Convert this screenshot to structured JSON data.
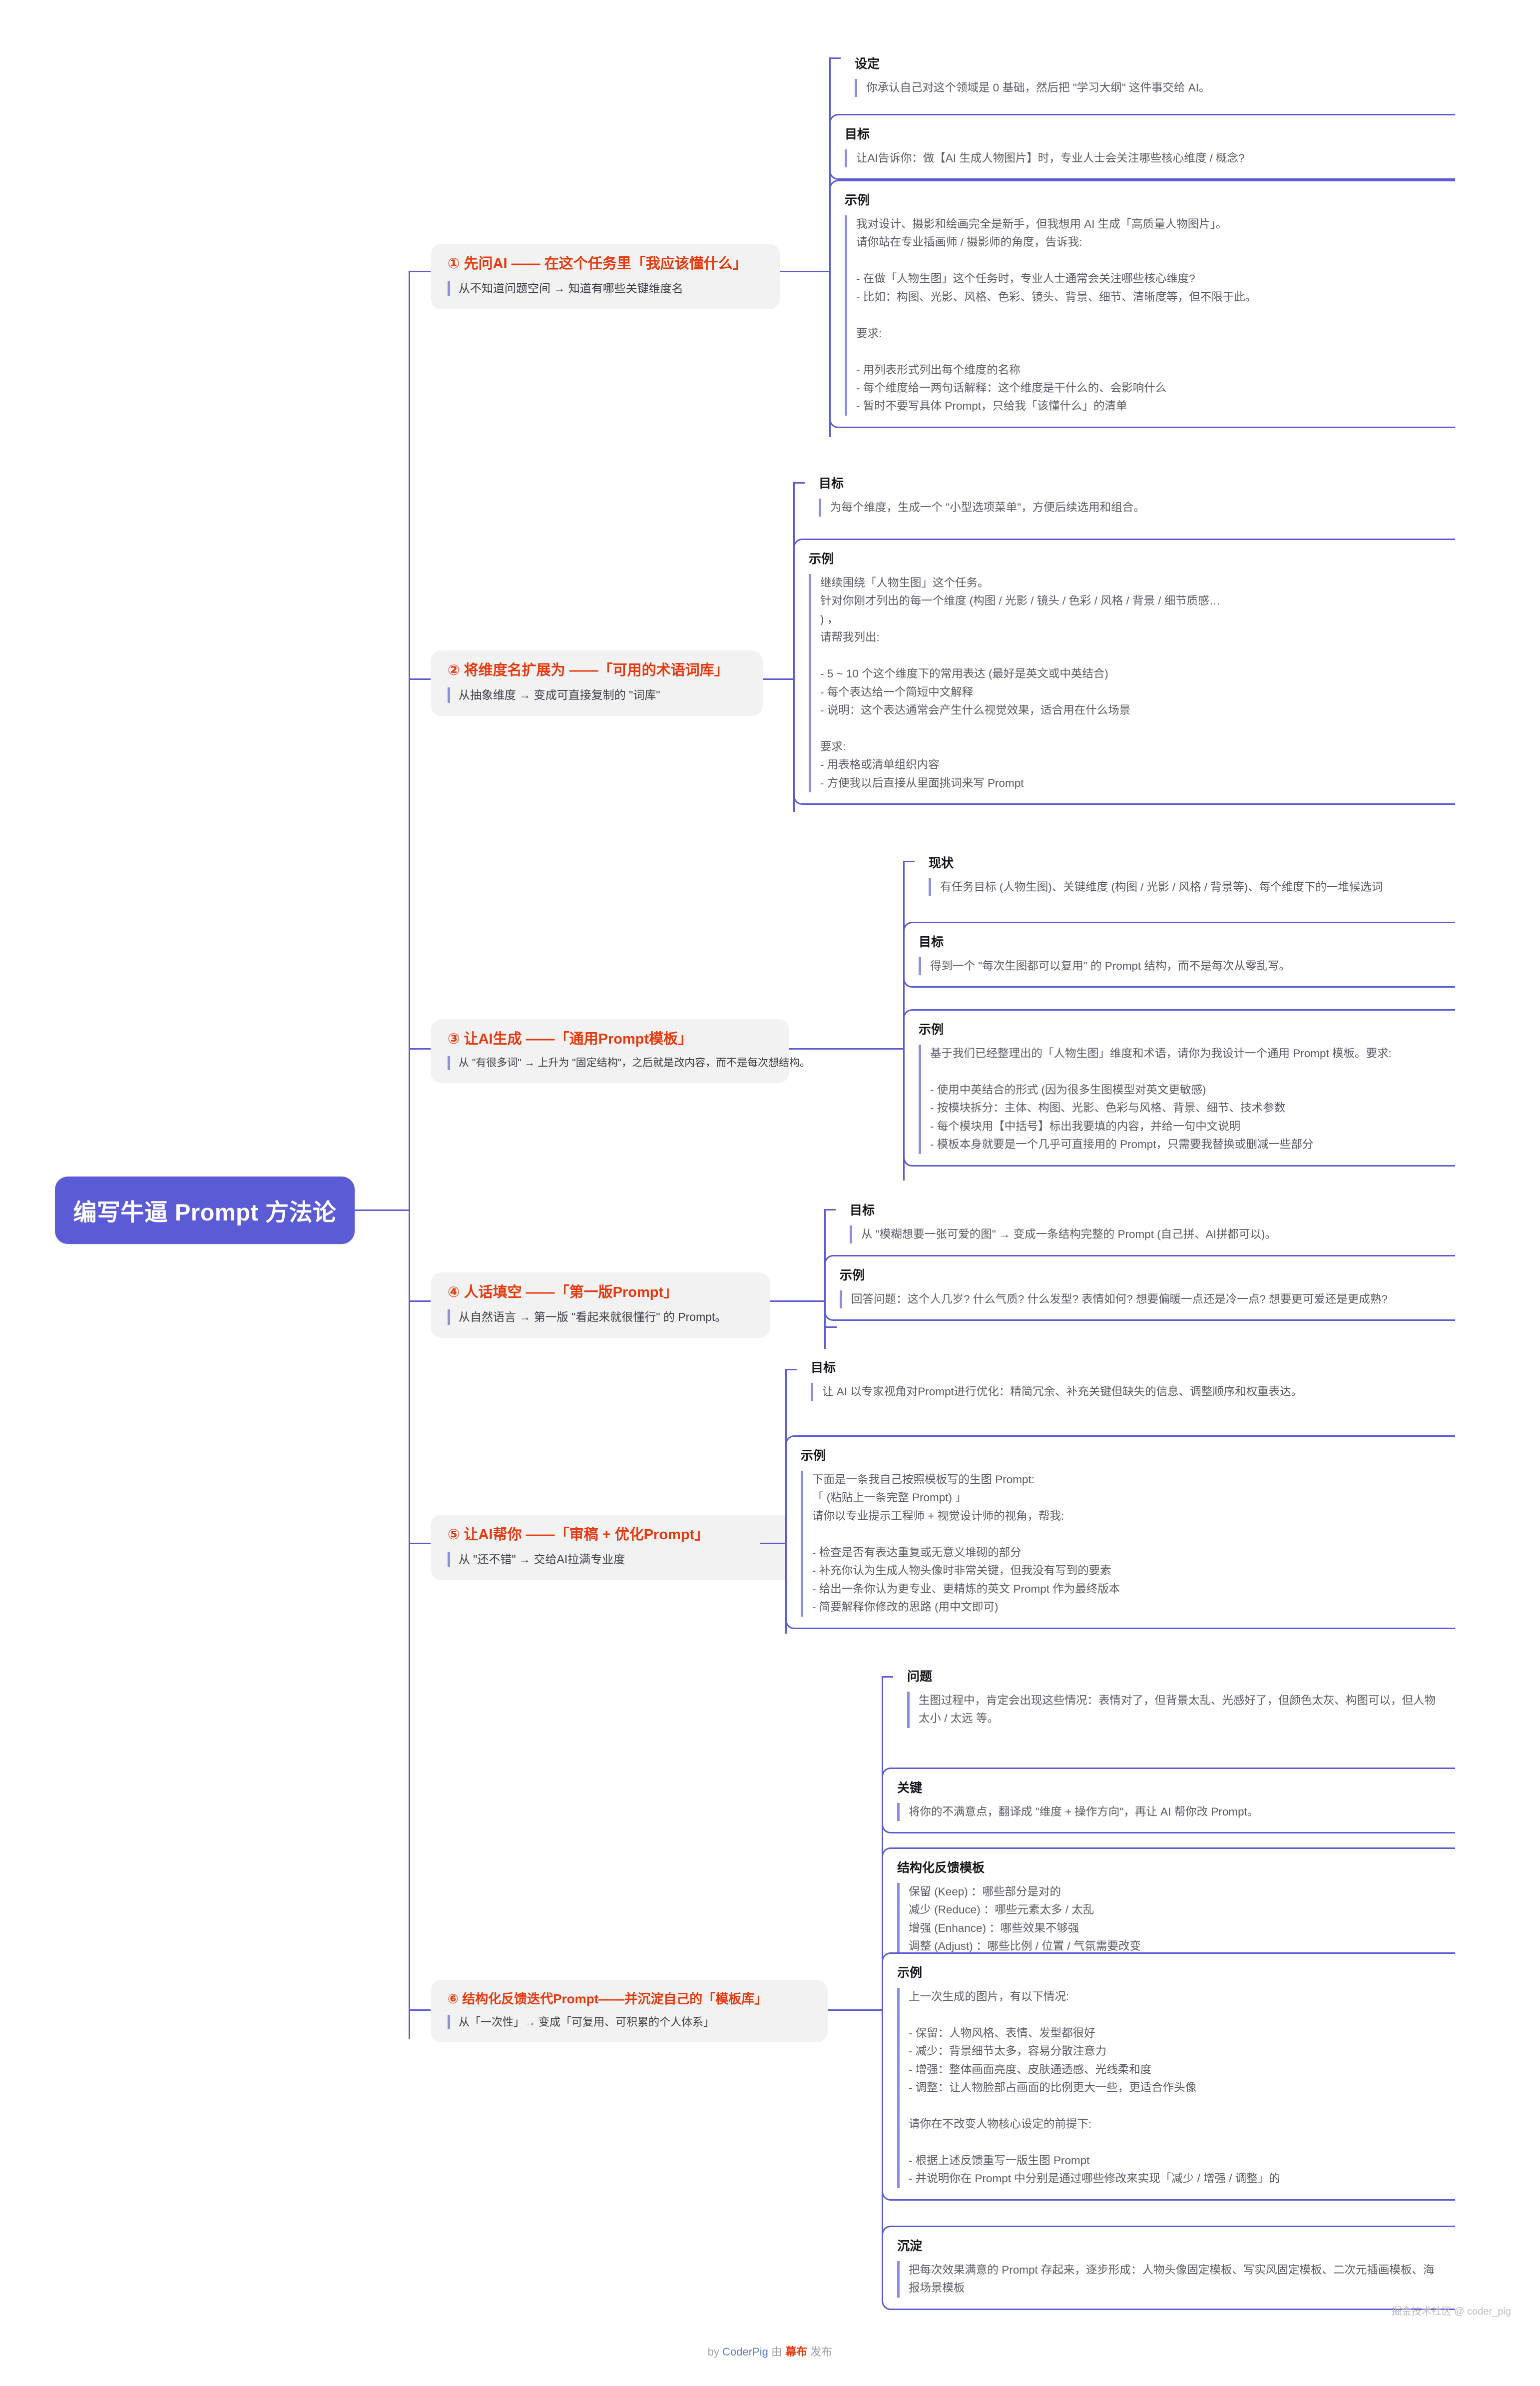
{
  "root": {
    "title": "编写牛逼 Prompt 方法论"
  },
  "colors": {
    "root_bg": "#5b5bd6",
    "branch_title": "#e8380d",
    "line": "#5b5bd6",
    "accent_bar": "#8e8ee0",
    "card_bg": "#ffffff",
    "branch_bg": "#f2f2f3"
  },
  "branches": [
    {
      "id": 1,
      "title": "① 先问AI —— 在这个任务里「我应该懂什么」",
      "subtitle": "从不知道问题空间 → 知道有哪些关键维度名",
      "cards": [
        {
          "title": "设定",
          "body": "你承认自己对这个领域是 0 基础，然后把 \"学习大纲\" 这件事交给 AI。"
        },
        {
          "title": "目标",
          "body": "让AI告诉你：做【AI 生成人物图片】时，专业人士会关注哪些核心维度 / 概念?"
        },
        {
          "title": "示例",
          "body": "我对设计、摄影和绘画完全是新手，但我想用 AI 生成「高质量人物图片」。\n请你站在专业插画师 / 摄影师的角度，告诉我:\n\n- 在做「人物生图」这个任务时，专业人士通常会关注哪些核心维度?\n- 比如：构图、光影、风格、色彩、镜头、背景、细节、清晰度等，但不限于此。\n\n要求:\n\n- 用列表形式列出每个维度的名称\n- 每个维度给一两句话解释：这个维度是干什么的、会影响什么\n- 暂时不要写具体 Prompt，只给我「该懂什么」的清单"
        }
      ]
    },
    {
      "id": 2,
      "title": "② 将维度名扩展为 ——「可用的术语词库」",
      "subtitle": "从抽象维度 → 变成可直接复制的 \"词库\"",
      "cards": [
        {
          "title": "目标",
          "body": "为每个维度，生成一个 \"小型选项菜单\"，方便后续选用和组合。"
        },
        {
          "title": "示例",
          "body": "继续围绕「人物生图」这个任务。\n针对你刚才列出的每一个维度 (构图 / 光影 / 镜头 / 色彩 / 风格 / 背景 / 细节质感…\n) ，\n请帮我列出:\n\n- 5 ~ 10 个这个维度下的常用表达 (最好是英文或中英结合)\n- 每个表达给一个简短中文解释\n- 说明：这个表达通常会产生什么视觉效果，适合用在什么场景\n\n要求:\n- 用表格或清单组织内容\n- 方便我以后直接从里面挑词来写 Prompt"
        }
      ]
    },
    {
      "id": 3,
      "title": "③ 让AI生成 ——「通用Prompt模板」",
      "subtitle": "从 \"有很多词\" → 上升为 \"固定结构\"，之后就是改内容，而不是每次想结构。",
      "cards": [
        {
          "title": "现状",
          "body": "有任务目标 (人物生图)、关键维度 (构图 / 光影 / 风格 / 背景等)、每个维度下的一堆候选词"
        },
        {
          "title": "目标",
          "body": "得到一个 \"每次生图都可以复用\" 的 Prompt 结构，而不是每次从零乱写。"
        },
        {
          "title": "示例",
          "body": "基于我们已经整理出的「人物生图」维度和术语，请你为我设计一个通用 Prompt 模板。要求:\n\n- 使用中英结合的形式 (因为很多生图模型对英文更敏感)\n- 按模块拆分：主体、构图、光影、色彩与风格、背景、细节、技术参数\n- 每个模块用【中括号】标出我要填的内容，并给一句中文说明\n- 模板本身就要是一个几乎可直接用的 Prompt，只需要我替换或删减一些部分"
        }
      ]
    },
    {
      "id": 4,
      "title": "④ 人话填空 ——「第一版Prompt」",
      "subtitle": "从自然语言 → 第一版 \"看起来就很懂行\" 的 Prompt。",
      "cards": [
        {
          "title": "目标",
          "body": "从 \"模糊想要一张可爱的图\" → 变成一条结构完整的 Prompt (自己拼、AI拼都可以)。"
        },
        {
          "title": "示例",
          "body": "回答问题：这个人几岁? 什么气质? 什么发型? 表情如何? 想要偏暖一点还是冷一点? 想要更可爱还是更成熟?"
        }
      ]
    },
    {
      "id": 5,
      "title": "⑤ 让AI帮你 ——「审稿 + 优化Prompt」",
      "subtitle": "从 \"还不错\" → 交给AI拉满专业度",
      "cards": [
        {
          "title": "目标",
          "body": "让 AI 以专家视角对Prompt进行优化：精简冗余、补充关键但缺失的信息、调整顺序和权重表达。"
        },
        {
          "title": "示例",
          "body": "下面是一条我自己按照模板写的生图 Prompt:\n「 (粘贴上一条完整 Prompt) 」\n请你以专业提示工程师 + 视觉设计师的视角，帮我:\n\n- 检查是否有表达重复或无意义堆砌的部分\n- 补充你认为生成人物头像时非常关键，但我没有写到的要素\n- 给出一条你认为更专业、更精炼的英文 Prompt 作为最终版本\n- 简要解释你修改的思路 (用中文即可)"
        }
      ]
    },
    {
      "id": 6,
      "title": "⑥ 结构化反馈迭代Prompt——并沉淀自己的「模板库」",
      "subtitle": "从「一次性」→ 变成「可复用、可积累的个人体系」",
      "cards": [
        {
          "title": "问题",
          "body": "生图过程中，肯定会出现这些情况：表情对了，但背景太乱、光感好了，但颜色太灰、构图可以，但人物太小 / 太远 等。"
        },
        {
          "title": "关键",
          "body": "将你的不满意点，翻译成 \"维度 + 操作方向\"，再让 AI 帮你改 Prompt。"
        },
        {
          "title": "结构化反馈模板",
          "body": "保留 (Keep) ：哪些部分是对的\n减少 (Reduce) ：哪些元素太多 / 太乱\n增强 (Enhance) ：哪些效果不够强\n调整 (Adjust) ：哪些比例 / 位置 / 气氛需要改变"
        },
        {
          "title": "示例",
          "body": "上一次生成的图片，有以下情况:\n\n- 保留：人物风格、表情、发型都很好\n- 减少：背景细节太多，容易分散注意力\n- 增强：整体画面亮度、皮肤通透感、光线柔和度\n- 调整：让人物脸部占画面的比例更大一些，更适合作头像\n\n请你在不改变人物核心设定的前提下:\n\n- 根据上述反馈重写一版生图 Prompt\n- 并说明你在 Prompt 中分别是通过哪些修改来实现「减少 / 增强 / 调整」的"
        },
        {
          "title": "沉淀",
          "body": "把每次效果满意的 Prompt 存起来，逐步形成：人物头像固定模板、写实风固定模板、二次元插画模板、海报场景模板"
        }
      ]
    }
  ],
  "footer": {
    "prefix": "by ",
    "author": "CoderPig",
    "middle": " 由 ",
    "platform": "幕布",
    "suffix": " 发布"
  },
  "watermark": "掘金技术社区 @ coder_pig"
}
